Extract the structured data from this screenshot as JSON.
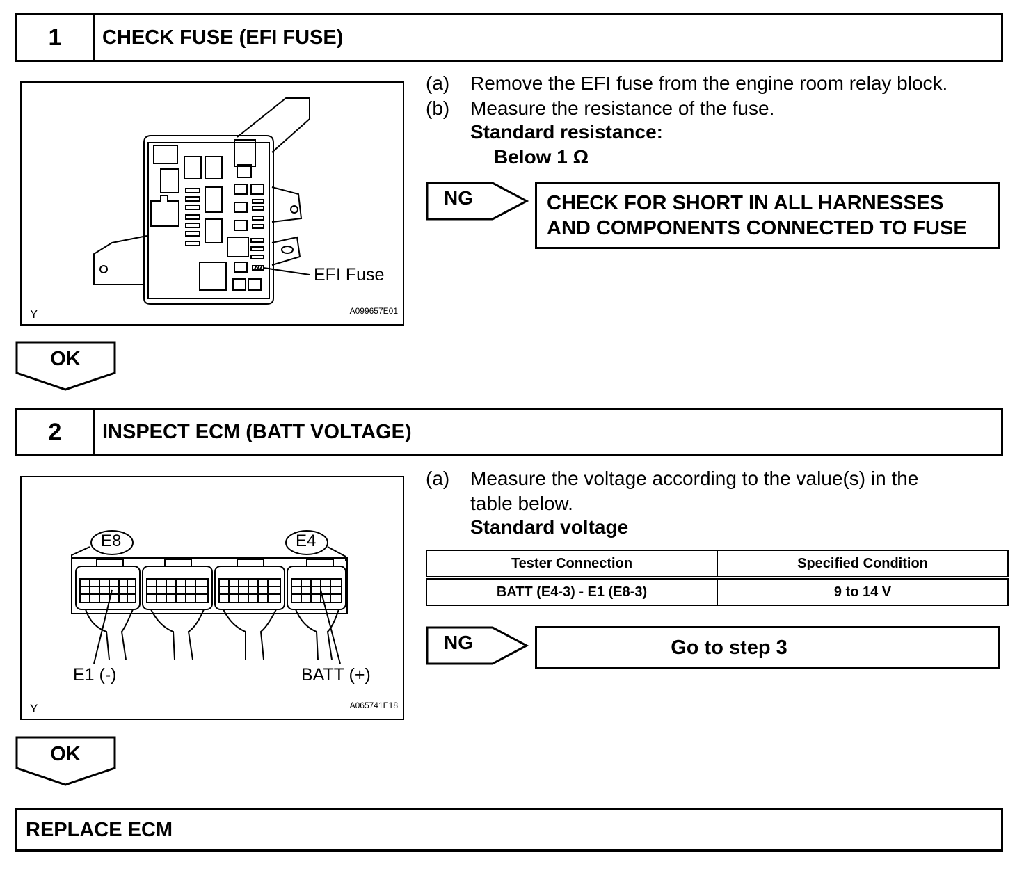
{
  "steps": [
    {
      "number": "1",
      "title": "CHECK FUSE (EFI FUSE)",
      "figure": {
        "callout": "EFI Fuse",
        "corner_mark": "Y",
        "code": "A099657E01"
      },
      "instructions": [
        {
          "marker": "(a)",
          "text": "Remove the EFI fuse from the engine room relay block."
        },
        {
          "marker": "(b)",
          "text": "Measure the resistance of the fuse."
        }
      ],
      "spec_label": "Standard resistance:",
      "spec_value": "Below 1 Ω",
      "ng_label": "NG",
      "ng_result_line1": "CHECK FOR SHORT IN ALL HARNESSES",
      "ng_result_line2": "AND COMPONENTS CONNECTED TO FUSE",
      "ok_label": "OK"
    },
    {
      "number": "2",
      "title": "INSPECT ECM (BATT VOLTAGE)",
      "figure": {
        "connector_left": "E8",
        "connector_right": "E4",
        "label_left": "E1 (-)",
        "label_right": "BATT (+)",
        "corner_mark": "Y",
        "code": "A065741E18"
      },
      "instructions": [
        {
          "marker": "(a)",
          "text_line1": "Measure the voltage according to the value(s) in the",
          "text_line2": "table below."
        }
      ],
      "spec_label": "Standard voltage",
      "table": {
        "headers": [
          "Tester Connection",
          "Specified Condition"
        ],
        "rows": [
          [
            "BATT (E4-3) - E1 (E8-3)",
            "9 to 14 V"
          ]
        ]
      },
      "ng_label": "NG",
      "ng_result": "Go to step 3",
      "ok_label": "OK"
    }
  ],
  "final_action": "REPLACE ECM"
}
